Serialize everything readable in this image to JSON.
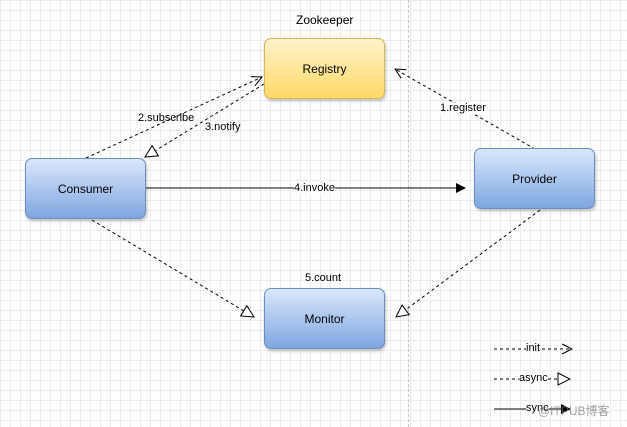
{
  "diagram": {
    "group_title": "Zookeeper",
    "nodes": {
      "registry": "Registry",
      "consumer": "Consumer",
      "provider": "Provider",
      "monitor": "Monitor"
    },
    "edges": {
      "subscribe": "2.subscribe",
      "notify": "3.notify",
      "register": "1.register",
      "invoke": "4.invoke",
      "count": "5.count"
    },
    "colors": {
      "node_blue_top": "#dae8fc",
      "node_blue_bottom": "#7ea6e0",
      "node_blue_border": "#6c8ebf",
      "node_yellow_top": "#fff2cc",
      "node_yellow_bottom": "#ffd966",
      "node_yellow_border": "#d6b656"
    }
  },
  "legend": {
    "init": "init",
    "async": "async",
    "sync": "sync"
  },
  "watermark": "@ITPUB博客"
}
